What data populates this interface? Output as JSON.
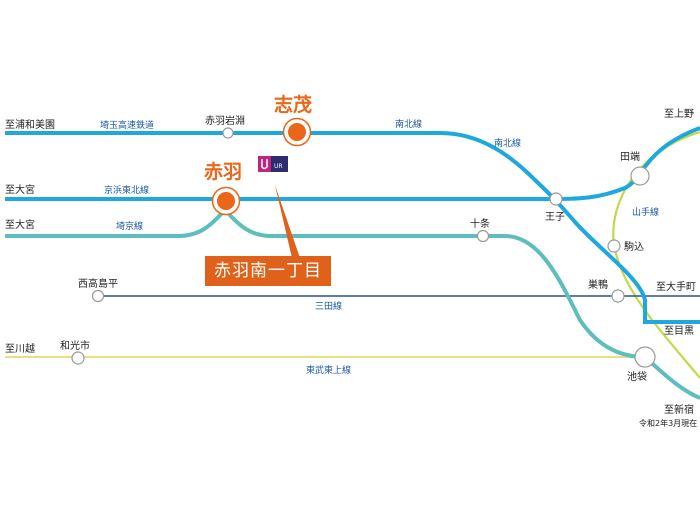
{
  "colors": {
    "blue": "#1ea8de",
    "teal": "#5ebdbd",
    "navy": "#2c4f9c",
    "lime": "#c3d84a",
    "yellow": "#e8e07a",
    "orange": "#e9661a"
  },
  "stations": {
    "shimo": "志茂",
    "akabane": "赤羽",
    "akabane_iwabuchi": "赤羽岩淵",
    "jujo": "十条",
    "oji": "王子",
    "tabata": "田端",
    "komagome": "駒込",
    "sugamo": "巣鴨",
    "ikebukuro": "池袋",
    "nishitakashimadaira": "西高島平",
    "wakoshi": "和光市"
  },
  "destinations": {
    "urawamisono": "至浦和美園",
    "omiya_keihin": "至大宮",
    "omiya_saikyo": "至大宮",
    "kawagoe": "至川越",
    "ueno": "至上野",
    "otemachi": "至大手町",
    "meguro": "至目黒",
    "shinjuku": "至新宿"
  },
  "lines": {
    "saitama_kosoku": "埼玉高速鉄道",
    "nanboku_1": "南北線",
    "nanboku_2": "南北線",
    "keihin_tohoku": "京浜東北線",
    "saikyo": "埼京線",
    "yamanote": "山手線",
    "mita": "三田線",
    "tobu_tojo": "東武東上線"
  },
  "ur_label": "UR",
  "callout": "赤羽南一丁目",
  "note": "令和2年3月現在"
}
